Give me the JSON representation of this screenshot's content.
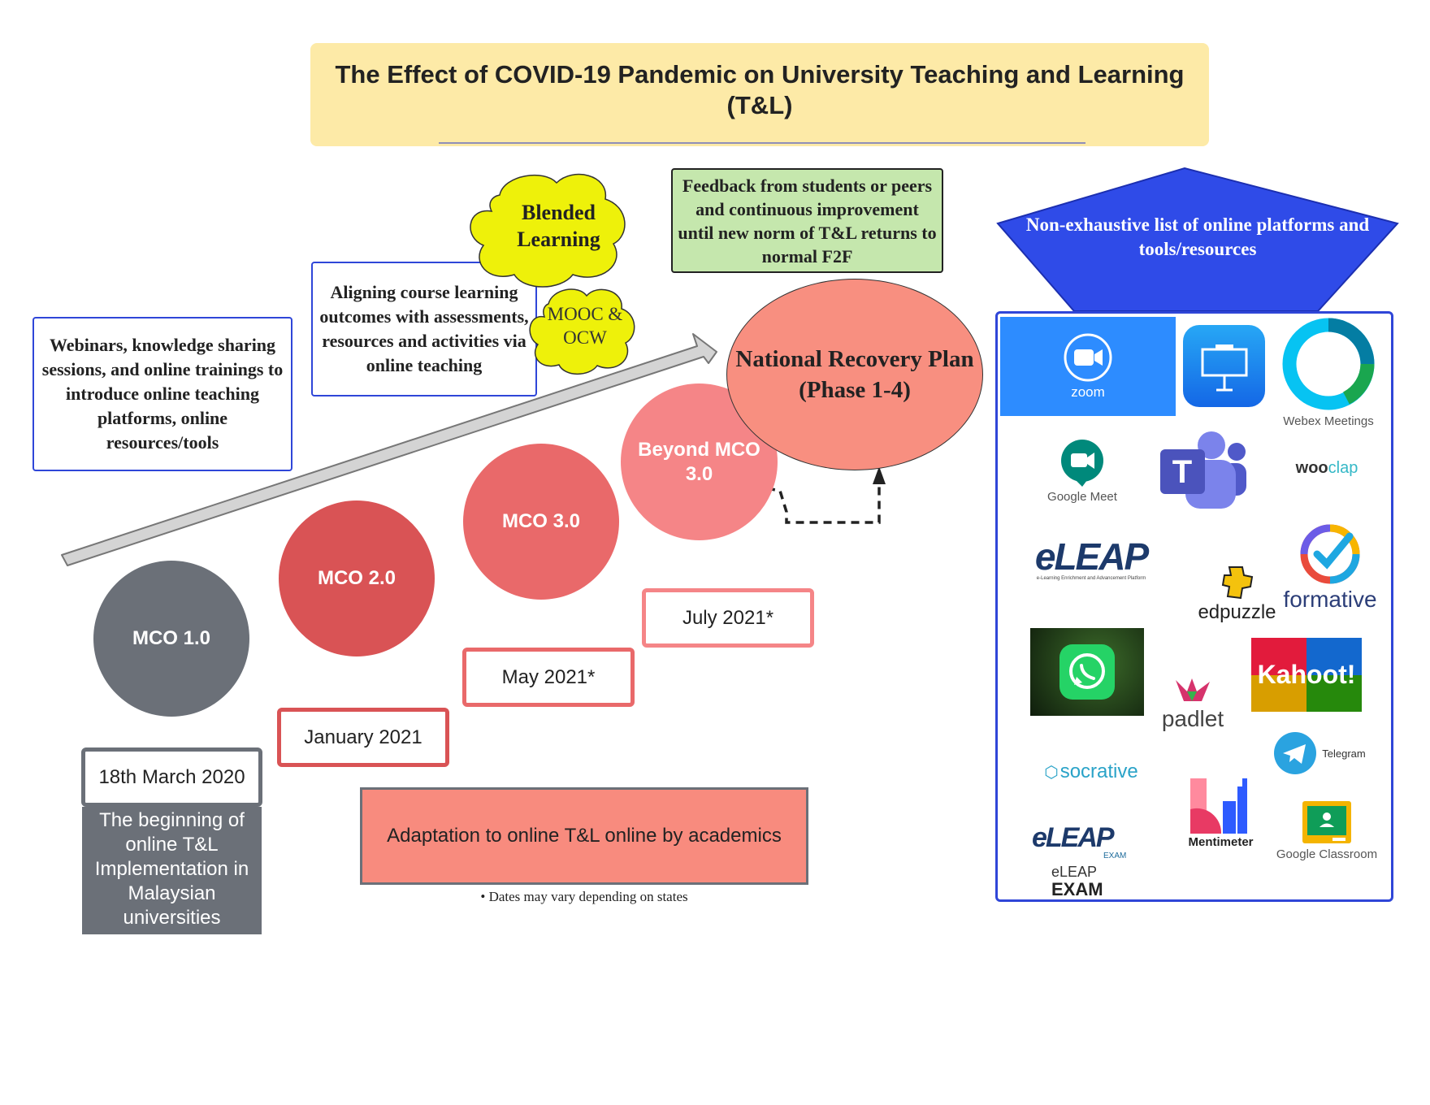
{
  "title": {
    "line1": "The Effect of COVID-19 Pandemic on University Teaching and Learning",
    "line2": "(T&L)"
  },
  "webinars_box": "Webinars, knowledge sharing sessions, and online trainings  to introduce online teaching platforms, online resources/tools",
  "aligning_box": "Aligning  course learning outcomes with assessments, resources and activities via online teaching",
  "blended_cloud": {
    "line1": "Blended",
    "line2": "Learning"
  },
  "mooc_cloud": {
    "line1": "MOOC &",
    "line2": "OCW"
  },
  "feedback_box": "Feedback from students or peers and continuous improvement until new norm of T&L returns to normal F2F",
  "nrp": {
    "line1": "National Recovery Plan",
    "line2": "(Phase 1-4)"
  },
  "phases": [
    {
      "label": "MCO 1.0",
      "color": "#6b7078"
    },
    {
      "label": "MCO 2.0",
      "color": "#d95355"
    },
    {
      "label": "MCO 3.0",
      "color": "#e9696a"
    },
    {
      "label_line1": "Beyond MCO",
      "label_line2": "3.0",
      "color": "#f58587"
    }
  ],
  "dates": [
    "18th March 2020",
    "January 2021",
    "May 2021*",
    "July 2021*"
  ],
  "beginning_box": "The beginning of online T&L Implementation in Malaysian universities",
  "adaptation_box": "Adaptation to online T&L online by academics",
  "footnote": "• Dates may vary depending on states",
  "platform_header": {
    "line1": "Non-exhaustive  list of online platforms and",
    "line2": "tools/resources"
  },
  "platforms": {
    "zoom": "zoom",
    "keynote_icon": "presentation-icon",
    "webex": "Webex Meetings",
    "google_meet": "Google Meet",
    "teams": "T",
    "wooclap_a": "woo",
    "wooclap_b": "clap",
    "eleap": "eLEAP",
    "eleap_sub": "e-Learning Enrichment and Advancement Platform",
    "edpuzzle": "edpuzzle",
    "formative": "formative",
    "whatsapp_icon": "whatsapp-icon",
    "padlet": "padlet",
    "kahoot": "Kahoot!",
    "telegram": "Telegram",
    "socrative": "socrative",
    "eleap_exam_logo": "eLEAP",
    "eleap_exam_tag": "EXAM",
    "eleap_exam_line1": "eLEAP",
    "eleap_exam_line2": "EXAM",
    "mentimeter": "Mentimeter",
    "classroom": "Google Classroom"
  },
  "colors": {
    "title_bg": "#fdeaa7",
    "blue_border": "#2f46d8",
    "pentagon": "#2f4be8",
    "cloud": "#eef10a",
    "feedback_bg": "#c5e7ad",
    "nrp": "#f88f80",
    "adaptation": "#f88b7e"
  }
}
